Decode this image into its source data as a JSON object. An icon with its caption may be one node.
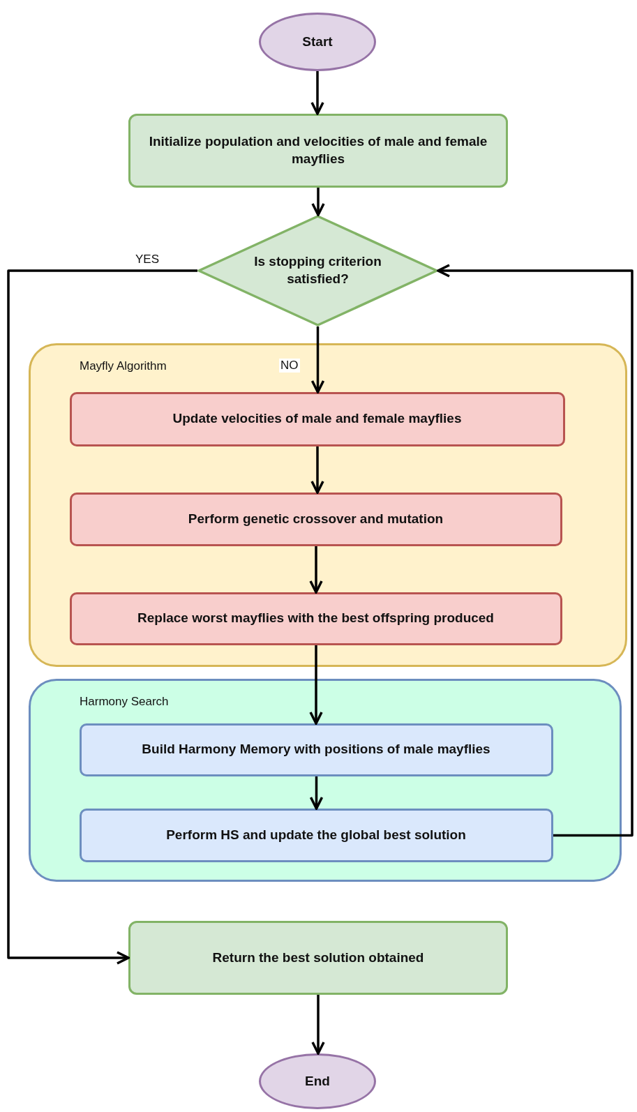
{
  "diagram": {
    "nodes": [
      {
        "text": [
          "Start"
        ]
      },
      {
        "text": [
          "Initialize population and velocities of male and female mayflies"
        ]
      },
      {
        "text": [
          "Is stopping criterion satisfied?"
        ]
      },
      {
        "text": [
          "Mayfly Algorithm"
        ]
      },
      {
        "text": [
          "Update velocities of male and female mayflies"
        ],
        "in": 3
      },
      {
        "text": [
          "Perform genetic crossover and mutation"
        ],
        "in": 3
      },
      {
        "text": [
          "Replace worst mayflies with the best offspring produced"
        ],
        "in": 3
      },
      {
        "text": [
          "Harmony Search"
        ]
      },
      {
        "text": [
          "Build Harmony Memory with positions of male mayflies"
        ],
        "in": 7
      },
      {
        "text": [
          "Perform HS and update the global best solution"
        ],
        "in": 7
      },
      {
        "text": [
          "Return the best solution obtained"
        ]
      },
      {
        "text": [
          "End"
        ]
      }
    ],
    "edges": [
      {
        "from": 0,
        "to": 1,
        "arrow": "to"
      },
      {
        "from": 1,
        "to": 2,
        "arrow": "to"
      },
      {
        "from": 2,
        "to": 4,
        "arrow": "to",
        "label": "NO"
      },
      {
        "from": 4,
        "to": 5,
        "arrow": "to"
      },
      {
        "from": 5,
        "to": 6,
        "arrow": "to"
      },
      {
        "from": 6,
        "to": 8,
        "arrow": "to"
      },
      {
        "from": 8,
        "to": 9,
        "arrow": "to"
      },
      {
        "from": 9,
        "to": 2,
        "arrow": "to"
      },
      {
        "from": 2,
        "to": 10,
        "arrow": "to",
        "label": "YES"
      },
      {
        "from": 10,
        "to": 11,
        "arrow": "to"
      }
    ]
  }
}
